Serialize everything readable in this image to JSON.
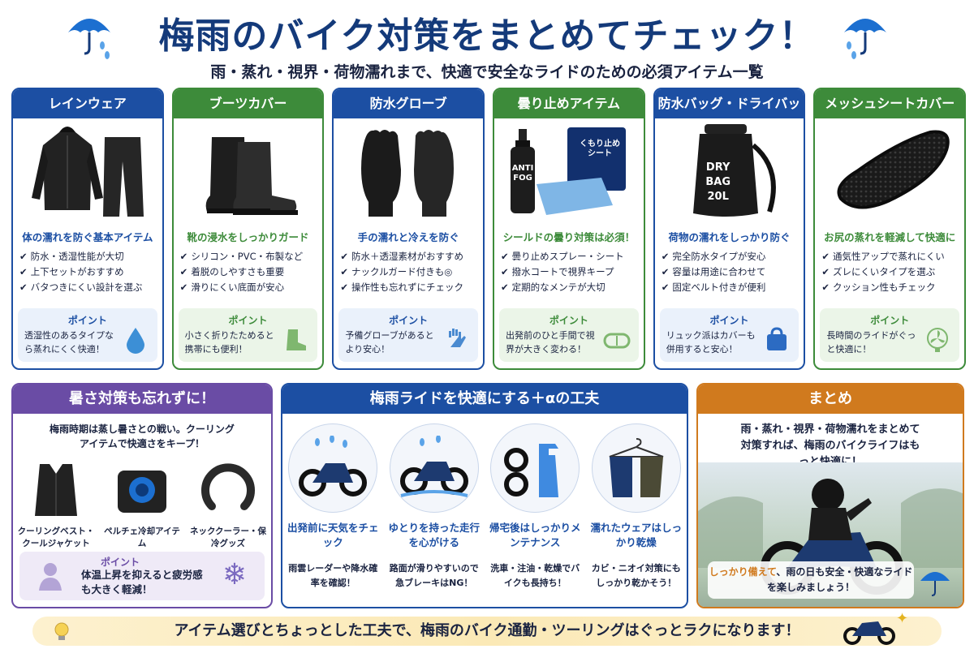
{
  "header": {
    "title": "梅雨のバイク対策をまとめてチェック！",
    "subtitle": "雨・蒸れ・視界・荷物濡れまで、快適で安全なライドのための必須アイテム一覧"
  },
  "cards": [
    {
      "title": "レインウェア",
      "theme": "blue",
      "lead": "体の濡れを防ぐ基本アイテム",
      "items": [
        "防水・透湿性能が大切",
        "上下セットがおすすめ",
        "バタつきにくい設計を選ぶ"
      ],
      "point_label": "ポイント",
      "point": "透湿性のあるタイプなら蒸れにくく快適！",
      "icon": "water-drop-icon"
    },
    {
      "title": "ブーツカバー",
      "theme": "green",
      "lead": "靴の浸水をしっかりガード",
      "items": [
        "シリコン・PVC・布製など",
        "着脱のしやすさも重要",
        "滑りにくい底面が安心"
      ],
      "point_label": "ポイント",
      "point": "小さく折りたためると携帯にも便利！",
      "icon": "boot-icon"
    },
    {
      "title": "防水グローブ",
      "theme": "blue",
      "lead": "手の濡れと冷えを防ぐ",
      "items": [
        "防水＋透湿素材がおすすめ",
        "ナックルガード付きも◎",
        "操作性も忘れずにチェック"
      ],
      "point_label": "ポイント",
      "point": "予備グローブがあるとより安心！",
      "icon": "glove-icon"
    },
    {
      "title": "曇り止めアイテム",
      "theme": "green",
      "lead": "シールドの曇り対策は必須！",
      "items": [
        "曇り止めスプレー・シート",
        "撥水コートで視界キープ",
        "定期的なメンテが大切"
      ],
      "point_label": "ポイント",
      "point": "出発前のひと手間で視界が大きく変わる！",
      "icon": "goggles-icon",
      "spray_label": "ANTI FOG",
      "sheet_label": "くもり止め シート"
    },
    {
      "title": "防水バッグ・ドライバッグ",
      "theme": "blue",
      "lead": "荷物の濡れをしっかり防ぐ",
      "items": [
        "完全防水タイプが安心",
        "容量は用途に合わせて",
        "固定ベルト付きが便利"
      ],
      "point_label": "ポイント",
      "point": "リュック派はカバーも併用すると安心！",
      "icon": "bag-icon",
      "bag_label": "DRY BAG 20L"
    },
    {
      "title": "メッシュシートカバー",
      "theme": "green",
      "lead": "お尻の蒸れを軽減して快適に",
      "items": [
        "通気性アップで蒸れにくい",
        "ズレにくいタイプを選ぶ",
        "クッション性もチェック"
      ],
      "point_label": "ポイント",
      "point": "長時間のライドがぐっと快適に！",
      "icon": "fan-icon"
    }
  ],
  "heat": {
    "title": "暑さ対策も忘れずに！",
    "intro": "梅雨時期は蒸し暑さとの戦い。クーリングアイテムで快適さをキープ！",
    "items": [
      {
        "label": "クーリングベスト・クールジャケット",
        "icon": "cooling-vest-icon"
      },
      {
        "label": "ペルチェ冷却アイテム",
        "icon": "peltier-cooler-icon"
      },
      {
        "label": "ネッククーラー・保冷グッズ",
        "icon": "neck-cooler-icon"
      }
    ],
    "point_label": "ポイント",
    "point": "体温上昇を抑えると疲労感も大きく軽減！"
  },
  "tips": {
    "title": "梅雨ライドを快適にする＋αの工夫",
    "items": [
      {
        "title": "出発前に天気をチェック",
        "desc": "雨雲レーダーや降水確率を確認！",
        "icon": "rain-motorcycle-icon"
      },
      {
        "title": "ゆとりを持った走行を心がける",
        "desc": "路面が滑りやすいので急ブレーキはNG！",
        "icon": "wet-road-motorcycle-icon"
      },
      {
        "title": "帰宅後はしっかりメンテナンス",
        "desc": "洗車・注油・乾燥でバイクも長持ち！",
        "icon": "maintenance-spray-icon"
      },
      {
        "title": "濡れたウェアはしっかり乾燥",
        "desc": "カビ・ニオイ対策にもしっかり乾かそう！",
        "icon": "hanging-jacket-icon"
      }
    ]
  },
  "summary": {
    "title": "まとめ",
    "message": "雨・蒸れ・視界・荷物濡れをまとめて対策すれば、梅雨のバイクライフはもっと快適に！",
    "caption_highlight": "しっかり備えて",
    "caption_rest": "、雨の日も安全・快適なライドを楽しみましょう！"
  },
  "footer": {
    "text": "アイテム選びとちょっとした工夫で、梅雨のバイク通勤・ツーリングはぐっとラクになります！"
  },
  "colors": {
    "navy": "#143a7a",
    "blue": "#1c4fa3",
    "green": "#3d8b3a",
    "purple": "#6a4ca5",
    "orange": "#d07a1e",
    "cream": "#fbe9b6"
  }
}
